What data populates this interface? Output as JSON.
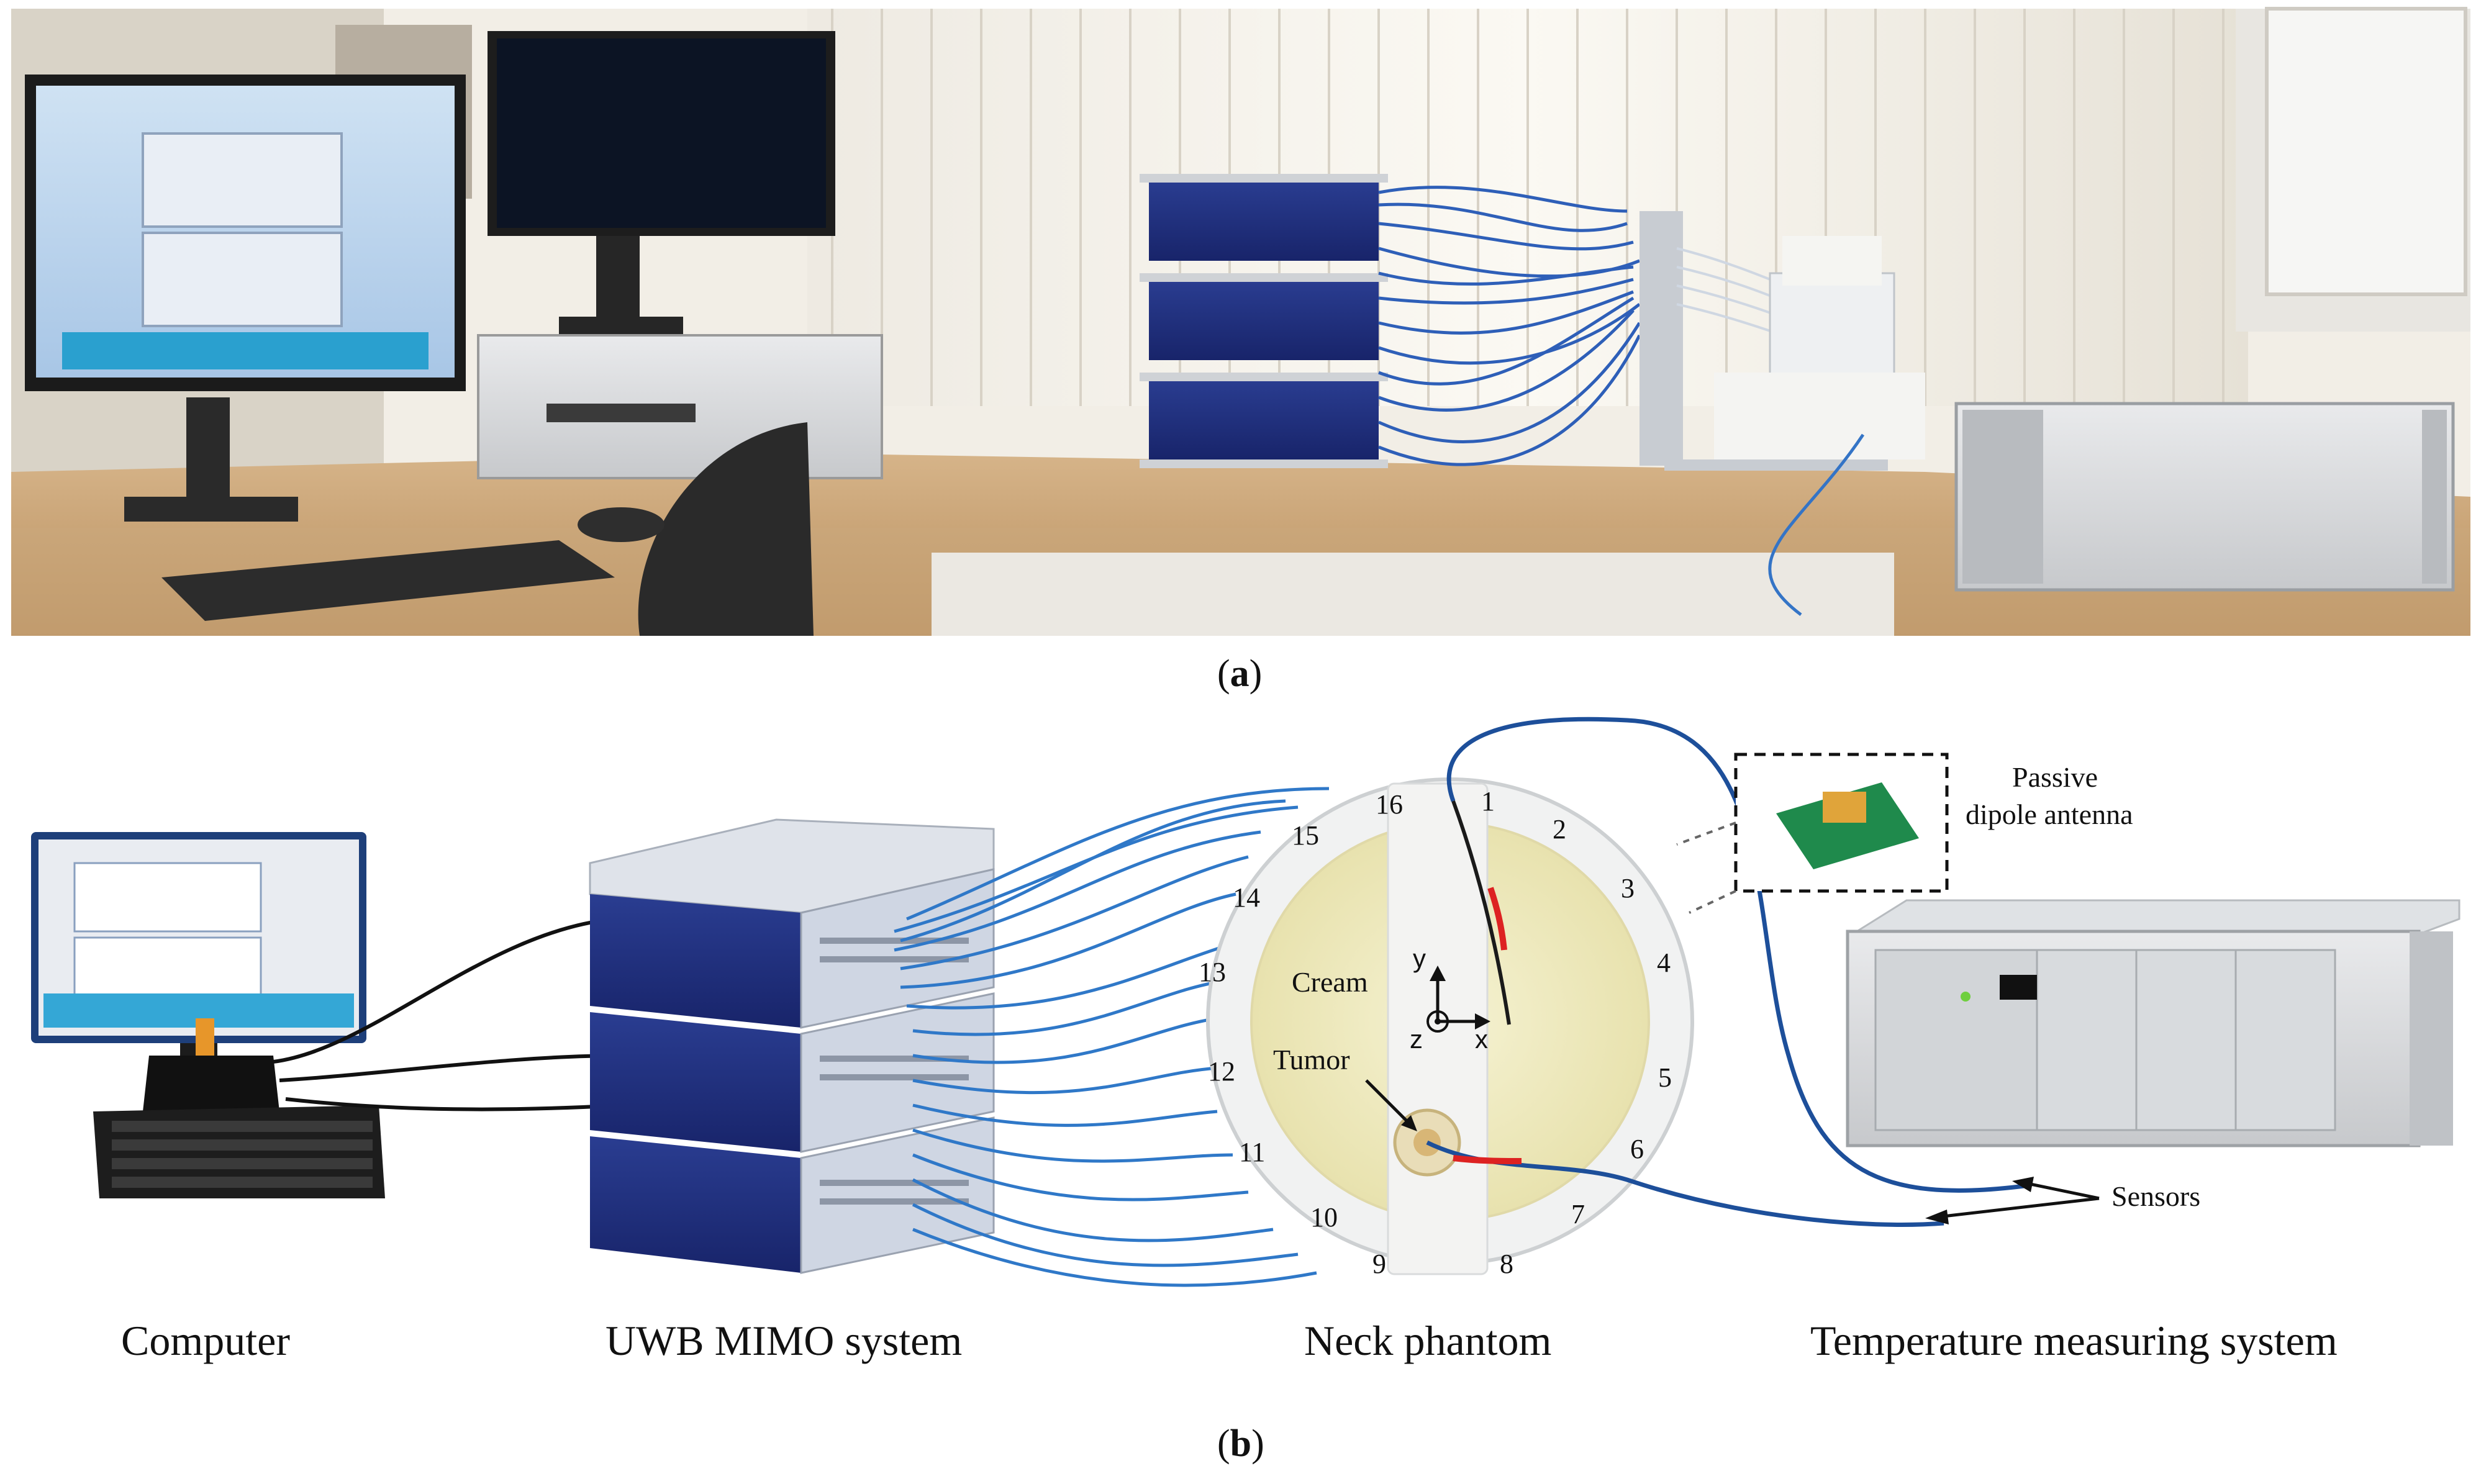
{
  "panel_a": {
    "label": "a"
  },
  "panel_b": {
    "label": "b",
    "captions": {
      "computer": "Computer",
      "uwb": "UWB MIMO system",
      "neck": "Neck phantom",
      "temp": "Temperature measuring system"
    },
    "antenna_numbers": [
      "1",
      "2",
      "3",
      "4",
      "5",
      "6",
      "7",
      "8",
      "9",
      "10",
      "11",
      "12",
      "13",
      "14",
      "15",
      "16"
    ],
    "annotations": {
      "cream": "Cream",
      "tumor": "Tumor",
      "passive_antenna_line1": "Passive",
      "passive_antenna_line2": "dipole antenna",
      "sensors": "Sensors"
    },
    "axes": {
      "y": "y",
      "x": "x",
      "z": "z"
    }
  },
  "colors": {
    "cable_blue": "#2f78c8",
    "chassis_navy": "#1f2f7a",
    "phantom_fill": "#f1edc3",
    "temp_cable": "#1d4f9a"
  }
}
